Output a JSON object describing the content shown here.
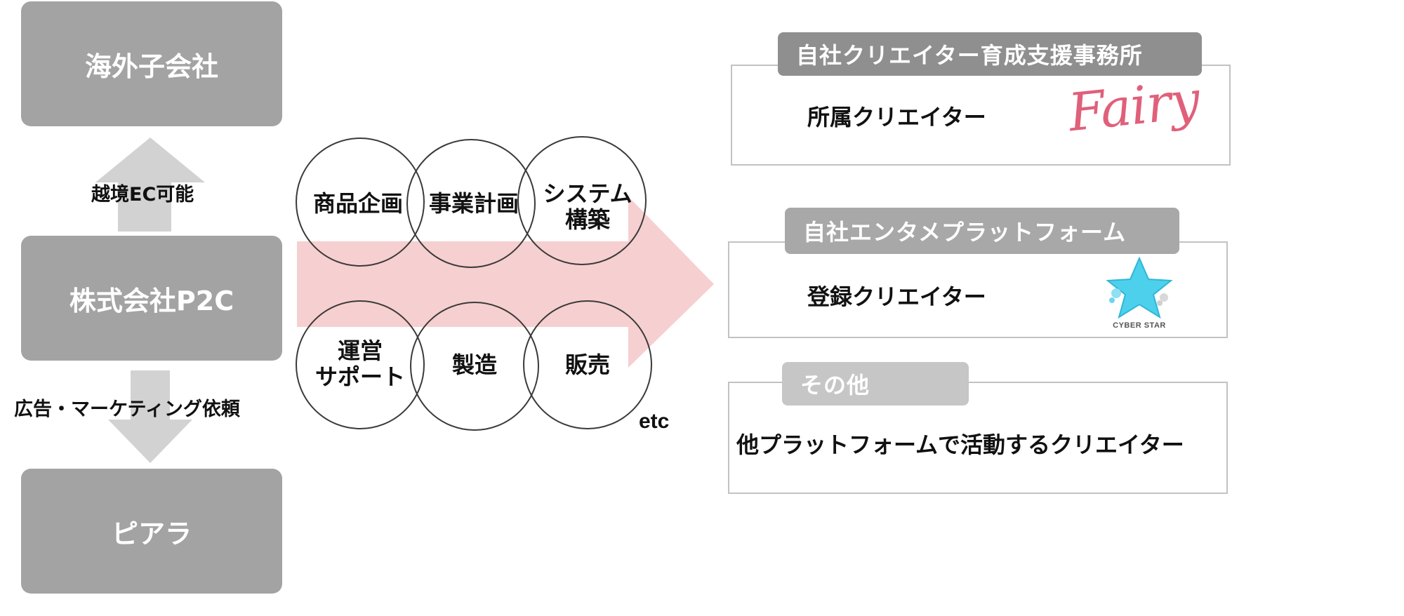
{
  "left_column": {
    "top_box": "海外子会社",
    "middle_box": "株式会社P2C",
    "bottom_box": "ピアラ",
    "up_arrow_label": "越境EC可能",
    "down_arrow_label": "広告・マーケティング依頼"
  },
  "services": {
    "circles": [
      {
        "line1": "商品企画",
        "line2": ""
      },
      {
        "line1": "事業計画",
        "line2": ""
      },
      {
        "line1": "システム",
        "line2": "構築"
      },
      {
        "line1": "運営",
        "line2": "サポート"
      },
      {
        "line1": "製造",
        "line2": ""
      },
      {
        "line1": "販売",
        "line2": ""
      }
    ],
    "etc_label": "etc"
  },
  "targets": {
    "panel1": {
      "tab": "自社クリエイター育成支援事務所",
      "text": "所属クリエイター",
      "logo_text": "Fairy"
    },
    "panel2": {
      "tab": "自社エンタメプラットフォーム",
      "text": "登録クリエイター",
      "logo_text": "CYBER STAR"
    },
    "panel3": {
      "tab": "その他",
      "text": "他プラットフォームで活動するクリエイター"
    }
  },
  "colors": {
    "box_gray": "#a3a3a3",
    "arrow_gray": "#d2d2d2",
    "big_arrow_pink": "#f6cfd0",
    "tab_dark": "#8f8f8f",
    "tab_mid": "#a8a8a8",
    "tab_light": "#c6c6c6",
    "fairy_pink": "#e0607a",
    "cyber_star_cyan": "#4dd0ec"
  }
}
